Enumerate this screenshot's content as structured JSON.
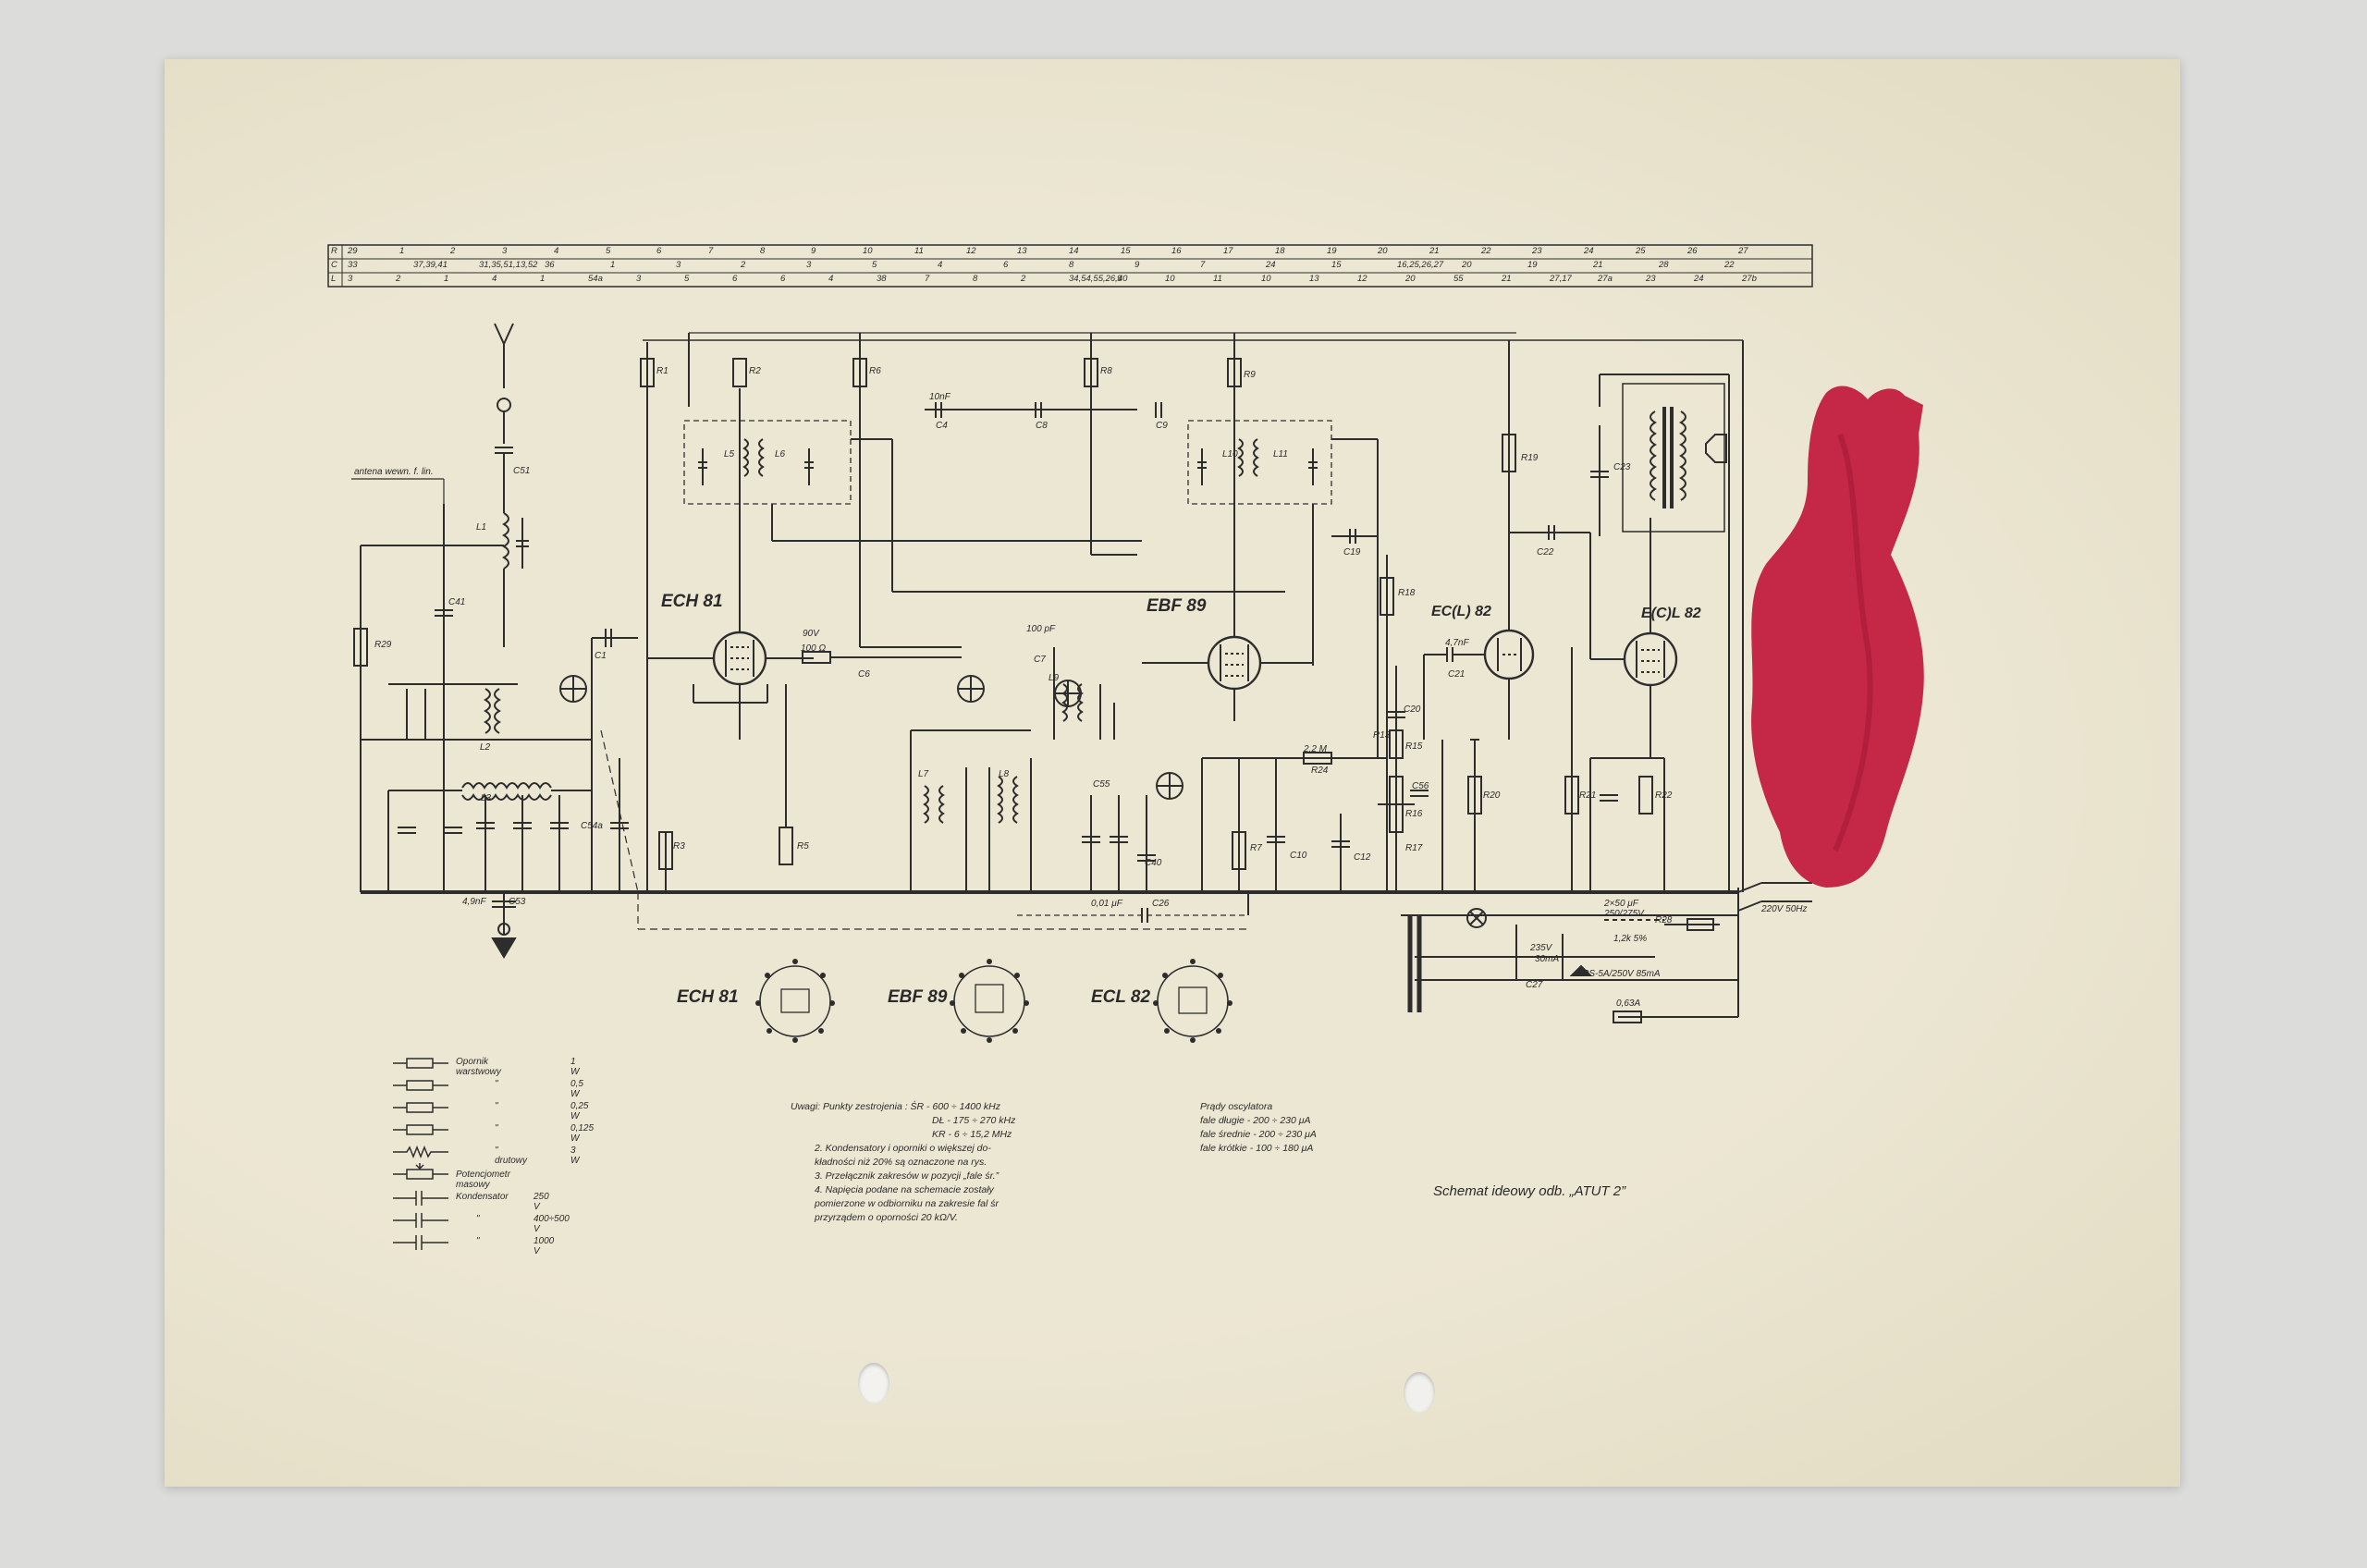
{
  "ruler": {
    "rows": [
      {
        "key": "R",
        "items": [
          "29",
          "1",
          "2",
          "3",
          "4",
          "5",
          "6",
          "7",
          "8",
          "9",
          "10",
          "11",
          "12",
          "13",
          "14",
          "15",
          "16",
          "17",
          "18",
          "19",
          "20",
          "21",
          "22",
          "23",
          "24",
          "25",
          "26",
          "27"
        ]
      },
      {
        "key": "C",
        "items": [
          "33",
          "37,39,41",
          "31,35,51,13,52",
          "36",
          "1",
          "3",
          "2",
          "3",
          "5",
          "4",
          "6",
          "8",
          "9",
          "7",
          "24",
          "15",
          "16,25,26,27",
          "20",
          "19",
          "21",
          "28",
          "22"
        ]
      },
      {
        "key": "L",
        "items": [
          "3",
          "2",
          "1",
          "4",
          "1",
          "54a",
          "3",
          "5",
          "6",
          "6",
          "4",
          "38",
          "7",
          "8",
          "2",
          "34,54,55,26,40",
          "9",
          "10",
          "11",
          "10",
          "13",
          "12",
          "20",
          "55",
          "21",
          "27,17",
          "27a",
          "23",
          "24",
          "27b"
        ]
      }
    ]
  },
  "tubes": {
    "ech81": "ECH 81",
    "ebf89": "EBF 89",
    "ecl82_a": "EC(L) 82",
    "ecl82_b": "E(C)L 82",
    "socket_ech81": "ECH 81",
    "socket_ebf89": "EBF 89",
    "socket_ecl82": "ECL 82"
  },
  "antenna_label": "antena wewn. f. lin.",
  "components": {
    "r29": "R29",
    "r1": "R1",
    "r2": "R2",
    "r6": "R6",
    "r8": "R8",
    "r9": "R9",
    "r19": "R19",
    "r18": "R18",
    "r3": "R3",
    "r5": "R5",
    "r7": "R7",
    "r13": "R13",
    "r15": "R15",
    "r16": "R16",
    "r17": "R17",
    "r20": "R20",
    "r21": "R21",
    "r22": "R22",
    "r24": "R24",
    "r28": "R28",
    "c51": "C51",
    "c41": "C41",
    "c1": "C1",
    "c4": "C4",
    "c8": "C8",
    "c9": "C9",
    "c6": "C6",
    "c7": "C7",
    "c19": "C19",
    "c21": "C21",
    "c22": "C22",
    "c23": "C23",
    "c26": "C26",
    "c53": "C53",
    "c10": "C10",
    "c12": "C12",
    "c56": "C56",
    "c40": "C40",
    "c27": "C27",
    "c20": "C20",
    "c54a": "C54a",
    "c55": "C55",
    "l1": "L1",
    "l2": "L2",
    "l3": "L3",
    "l5": "L5",
    "l6": "L6",
    "l7": "L7",
    "l8": "L8",
    "l9": "L9",
    "l10": "L10",
    "l11": "L11",
    "v90": "90V",
    "r100": "100 Ω",
    "c10nf": "10nF",
    "c100pf": "100 pF",
    "c47nf": "4,7nF",
    "c22m": "2,2 M",
    "c001": "0,01 μF",
    "c490": "4,9nF",
    "v235": "235V",
    "m30": "30mA",
    "c250": "2×50 μF 250/275V",
    "r12": "1,2k 5%",
    "fuse": "0,63A",
    "sps": "SPS-5A/250V 85mA",
    "v220": "220V 50Hz"
  },
  "legend": [
    {
      "text": "Opornik warstwowy",
      "value": "1 W"
    },
    {
      "text": "\"",
      "value": "0,5 W"
    },
    {
      "text": "\"",
      "value": "0,25 W"
    },
    {
      "text": "\"",
      "value": "0,125 W"
    },
    {
      "text": "\" drutowy",
      "value": "3 W"
    },
    {
      "text": "Potencjometr masowy",
      "value": ""
    },
    {
      "text": "Kondensator",
      "value": "250 V"
    },
    {
      "text": "\"",
      "value": "400÷500 V"
    },
    {
      "text": "\"",
      "value": "1000 V"
    }
  ],
  "notes": {
    "lines": [
      "Uwagi: Punkty zestrojenia :  ŚR - 600 ÷ 1400 kHz",
      "DŁ - 175 ÷ 270 kHz",
      "KR - 6 ÷ 15,2 MHz",
      "2. Kondensatory i oporniki o większej do-",
      "kładności niż 20% są oznaczone na rys.",
      "3. Przełącznik zakresów w pozycji „fale śr.”",
      "4. Napięcia podane na schemacie zostały",
      "pomierzone w odbiorniku na zakresie fal śr",
      "przyrządem o oporności 20 kΩ/V."
    ]
  },
  "oscillator": {
    "lines": [
      "Prądy oscylatora",
      "fale długie  -  200 ÷ 230 μA",
      "fale średnie  -  200 ÷ 230 μA",
      "fale krótkie  -  100 ÷ 180 μA"
    ]
  },
  "caption": "Schemat ideowy odb. „ATUT 2”"
}
